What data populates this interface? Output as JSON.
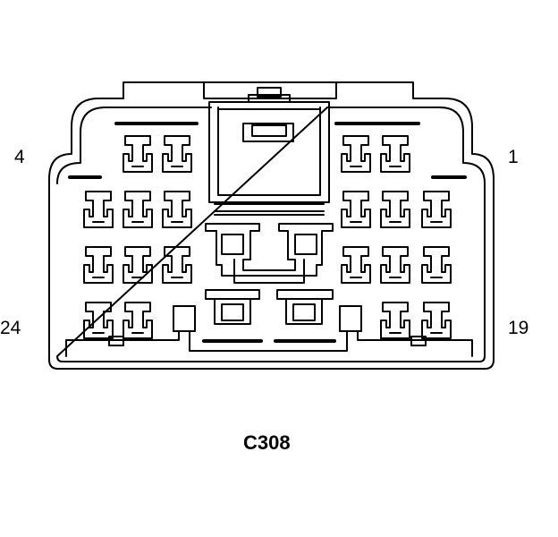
{
  "diagram": {
    "connector_name": "C308",
    "pin_labels": {
      "top_right": "1",
      "top_left": "4",
      "bottom_right": "19",
      "bottom_left": "24"
    },
    "stroke_color": "#000000",
    "background_color": "#ffffff"
  }
}
